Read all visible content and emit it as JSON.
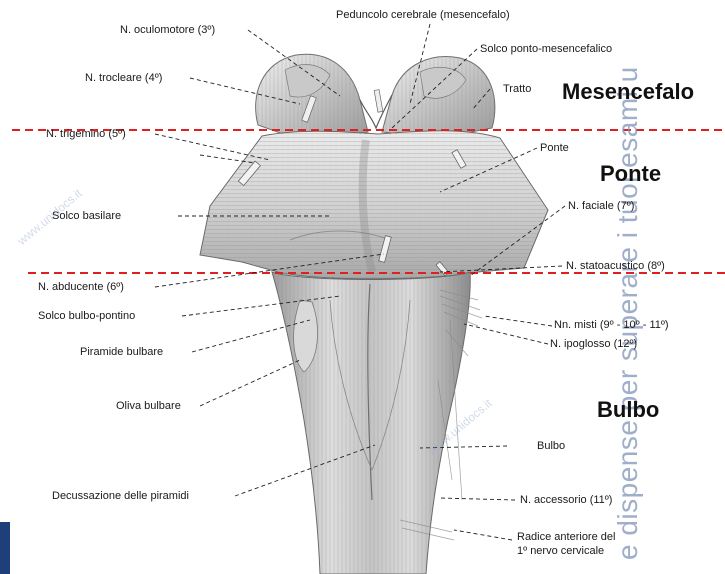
{
  "regions": {
    "mesencefalo": "Mesencefalo",
    "ponte": "Ponte",
    "bulbo": "Bulbo"
  },
  "labels_left": {
    "oculomotore": "N. oculomotore (3º)",
    "trocleare": "N. trocleare (4º)",
    "trigemino": "N. trigemino (5º)",
    "solco_basilare": "Solco basilare",
    "abducente": "N. abducente (6º)",
    "solco_bulbo_pontino": "Solco bulbo-pontino",
    "piramide_bulbare": "Piramide bulbare",
    "oliva_bulbare": "Oliva bulbare",
    "decussazione": "Decussazione delle piramidi"
  },
  "labels_right": {
    "peduncolo": "Peduncolo cerebrale (mesencefalo)",
    "solco_ponto_mesencefalico": "Solco ponto-mesencefalico",
    "tratto": "Tratto",
    "ponte": "Ponte",
    "faciale": "N. faciale (7º)",
    "statoacustico": "N. statoacustico (8º)",
    "misti": "Nn. misti (9º - 10º - 11º)",
    "ipoglosso": "N. ipoglosso (12º)",
    "bulbo": "Bulbo",
    "accessorio": "N. accessorio (11º)",
    "radice_line1": "Radice anteriore del",
    "radice_line2": "1º nervo cervicale"
  },
  "watermark": {
    "side_text": "e dispense per superare i tuoi esami u",
    "diag_text": "www.unidocs.it"
  },
  "colors": {
    "divider": "#e02020",
    "tissue_light": "#e4e4e4",
    "tissue_mid": "#bdbdbd",
    "tissue_dark": "#7a7a7a",
    "watermark": "#7f93b8"
  }
}
